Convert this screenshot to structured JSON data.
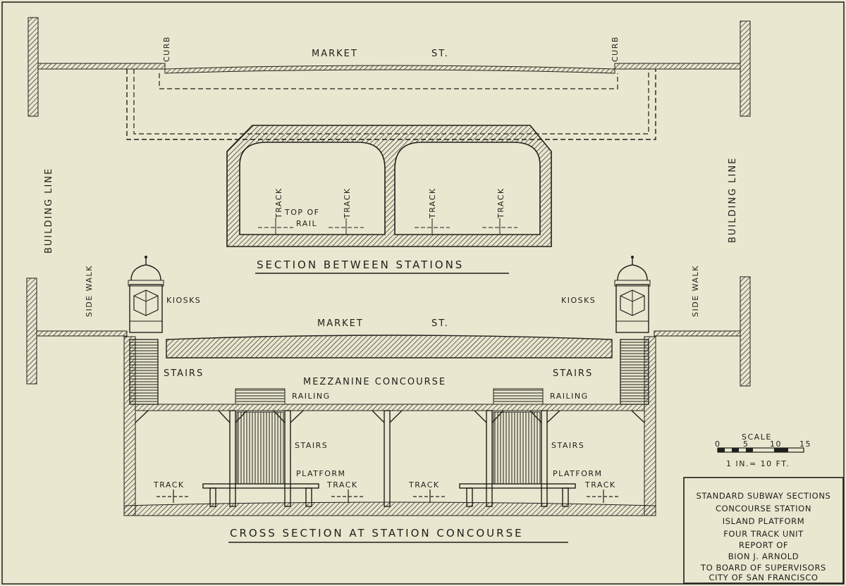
{
  "section_top": {
    "street": "MARKET",
    "street_suffix": "ST.",
    "curb_left": "CURB",
    "curb_right": "CURB",
    "building_line_left": "BUILDING LINE",
    "building_line_right": "BUILDING LINE",
    "track_labels": [
      "TRACK",
      "TRACK",
      "TRACK",
      "TRACK"
    ],
    "top_of_rail_1": "TOP OF",
    "top_of_rail_2": "RAIL",
    "caption": "SECTION BETWEEN STATIONS"
  },
  "section_bottom": {
    "street": "MARKET",
    "street_suffix": "ST.",
    "sidewalk_left": "SIDE WALK",
    "sidewalk_right": "SIDE WALK",
    "kiosks_left": "KIOSKS",
    "kiosks_right": "KIOSKS",
    "stairs_upper_left": "STAIRS",
    "stairs_upper_right": "STAIRS",
    "mezzanine": "MEZZANINE CONCOURSE",
    "railing_left": "RAILING",
    "railing_right": "RAILING",
    "stairs_lower_left": "STAIRS",
    "stairs_lower_right": "STAIRS",
    "platform_left": "PLATFORM",
    "platform_right": "PLATFORM",
    "tracks": [
      "TRACK",
      "TRACK",
      "TRACK",
      "TRACK"
    ],
    "caption": "CROSS SECTION AT STATION CONCOURSE"
  },
  "scale": {
    "title": "SCALE",
    "ticks": [
      "0",
      "5",
      "10",
      "15"
    ],
    "note": "1 IN.= 10 FT."
  },
  "title_block": {
    "lines": [
      "STANDARD SUBWAY SECTIONS",
      "CONCOURSE STATION",
      "ISLAND PLATFORM",
      "FOUR TRACK UNIT",
      "REPORT OF",
      "BION J. ARNOLD",
      "TO BOARD OF SUPERVISORS",
      "CITY OF SAN FRANCISCO"
    ]
  },
  "colors": {
    "paper": "#e9e7cf",
    "ink": "#1f1f1b"
  }
}
